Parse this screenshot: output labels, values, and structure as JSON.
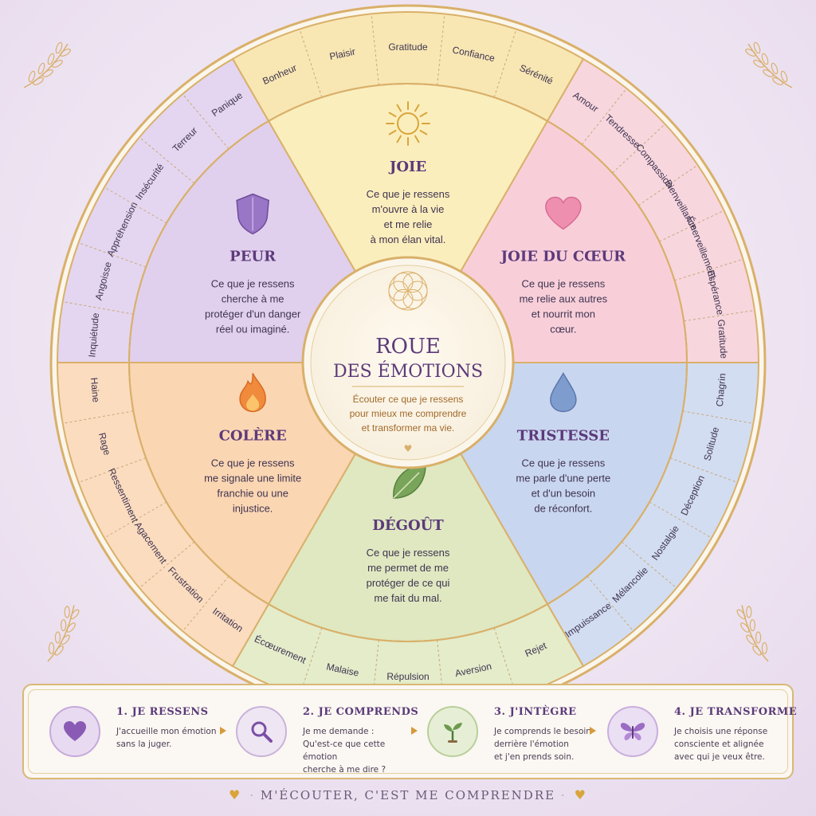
{
  "center": {
    "title_line1": "ROUE",
    "title_line2": "DES ÉMOTIONS",
    "subtitle_line1": "Écouter ce que je ressens",
    "subtitle_line2": "pour mieux me comprendre",
    "subtitle_line3": "et transformer ma vie."
  },
  "emotions": [
    {
      "key": "joie",
      "title": "JOIE",
      "icon": "sun-icon",
      "lines": [
        "Ce que je ressens",
        "m'ouvre à la vie",
        "et me relie",
        "à mon élan vital."
      ],
      "color": "#fbeebd",
      "ring": "#f8e7b3",
      "title_color": "#5c3a7a",
      "words": [
        "Bonheur",
        "Plaisir",
        "Gratitude",
        "Confiance",
        "Sérénité"
      ]
    },
    {
      "key": "joie-coeur",
      "title": "JOIE DU CŒUR",
      "icon": "heart-icon",
      "lines": [
        "Ce que je ressens",
        "me relie aux autres",
        "et nourrit mon",
        "cœur."
      ],
      "color": "#f8cfd9",
      "ring": "#f7d6de",
      "title_color": "#5c3a7a",
      "words": [
        "Amour",
        "Tendresse",
        "Compassion",
        "Bienveillance",
        "Émerveillement",
        "Espérance",
        "Gratitude"
      ]
    },
    {
      "key": "tristesse",
      "title": "TRISTESSE",
      "icon": "water-drop-icon",
      "lines": [
        "Ce que je ressens",
        "me parle d'une perte",
        "et d'un besoin",
        "de réconfort."
      ],
      "color": "#c9d6ef",
      "ring": "#d2ddf1",
      "title_color": "#5c3a7a",
      "words": [
        "Chagrin",
        "Solitude",
        "Déception",
        "Nostalgie",
        "Mélancolie",
        "Impuissance"
      ]
    },
    {
      "key": "degout",
      "title": "DÉGOÛT",
      "icon": "leaf-icon",
      "lines": [
        "Ce que je ressens",
        "me permet de me",
        "protéger de ce qui",
        "me fait du mal."
      ],
      "color": "#dfe8c1",
      "ring": "#e4ecca",
      "title_color": "#5c3a7a",
      "words": [
        "Rejet",
        "Aversion",
        "Répulsion",
        "Malaise",
        "Écœurement"
      ]
    },
    {
      "key": "colere",
      "title": "COLÈRE",
      "icon": "flame-icon",
      "lines": [
        "Ce que je ressens",
        "me signale une limite",
        "franchie ou une",
        "injustice."
      ],
      "color": "#fbd6b3",
      "ring": "#fbdcbf",
      "title_color": "#5c3a7a",
      "words": [
        "Irritation",
        "Frustration",
        "Agacement",
        "Ressentiment",
        "Rage",
        "Haine"
      ]
    },
    {
      "key": "peur",
      "title": "PEUR",
      "icon": "shield-icon",
      "lines": [
        "Ce que je ressens",
        "cherche à me",
        "protéger d'un danger",
        "réel ou imaginé."
      ],
      "color": "#e0d0ee",
      "ring": "#e4d6f0",
      "title_color": "#5c3a7a",
      "words": [
        "Inquiétude",
        "Angoisse",
        "Appréhension",
        "Insécurité",
        "Terreur",
        "Panique"
      ]
    }
  ],
  "steps": [
    {
      "title": "1. JE RESSENS",
      "icon": "heart-icon",
      "lines": [
        "J'accueille mon émotion",
        "sans la juger."
      ]
    },
    {
      "title": "2. JE COMPRENDS",
      "icon": "magnifier-icon",
      "lines": [
        "Je me demande :",
        "Qu'est-ce que cette émotion",
        "cherche à me dire ?"
      ]
    },
    {
      "title": "3. J'INTÈGRE",
      "icon": "sprout-icon",
      "lines": [
        "Je comprends le besoin",
        "derrière l'émotion",
        "et j'en prends soin."
      ]
    },
    {
      "title": "4. JE TRANSFORME",
      "icon": "butterfly-icon",
      "lines": [
        "Je choisis une réponse",
        "consciente et alignée",
        "avec qui je veux être."
      ]
    }
  ],
  "footer": {
    "text": "M'ÉCOUTER, C'EST ME COMPRENDRE"
  },
  "colors": {
    "gold": "#d9b06a",
    "purple_text": "#5c3a7a"
  }
}
